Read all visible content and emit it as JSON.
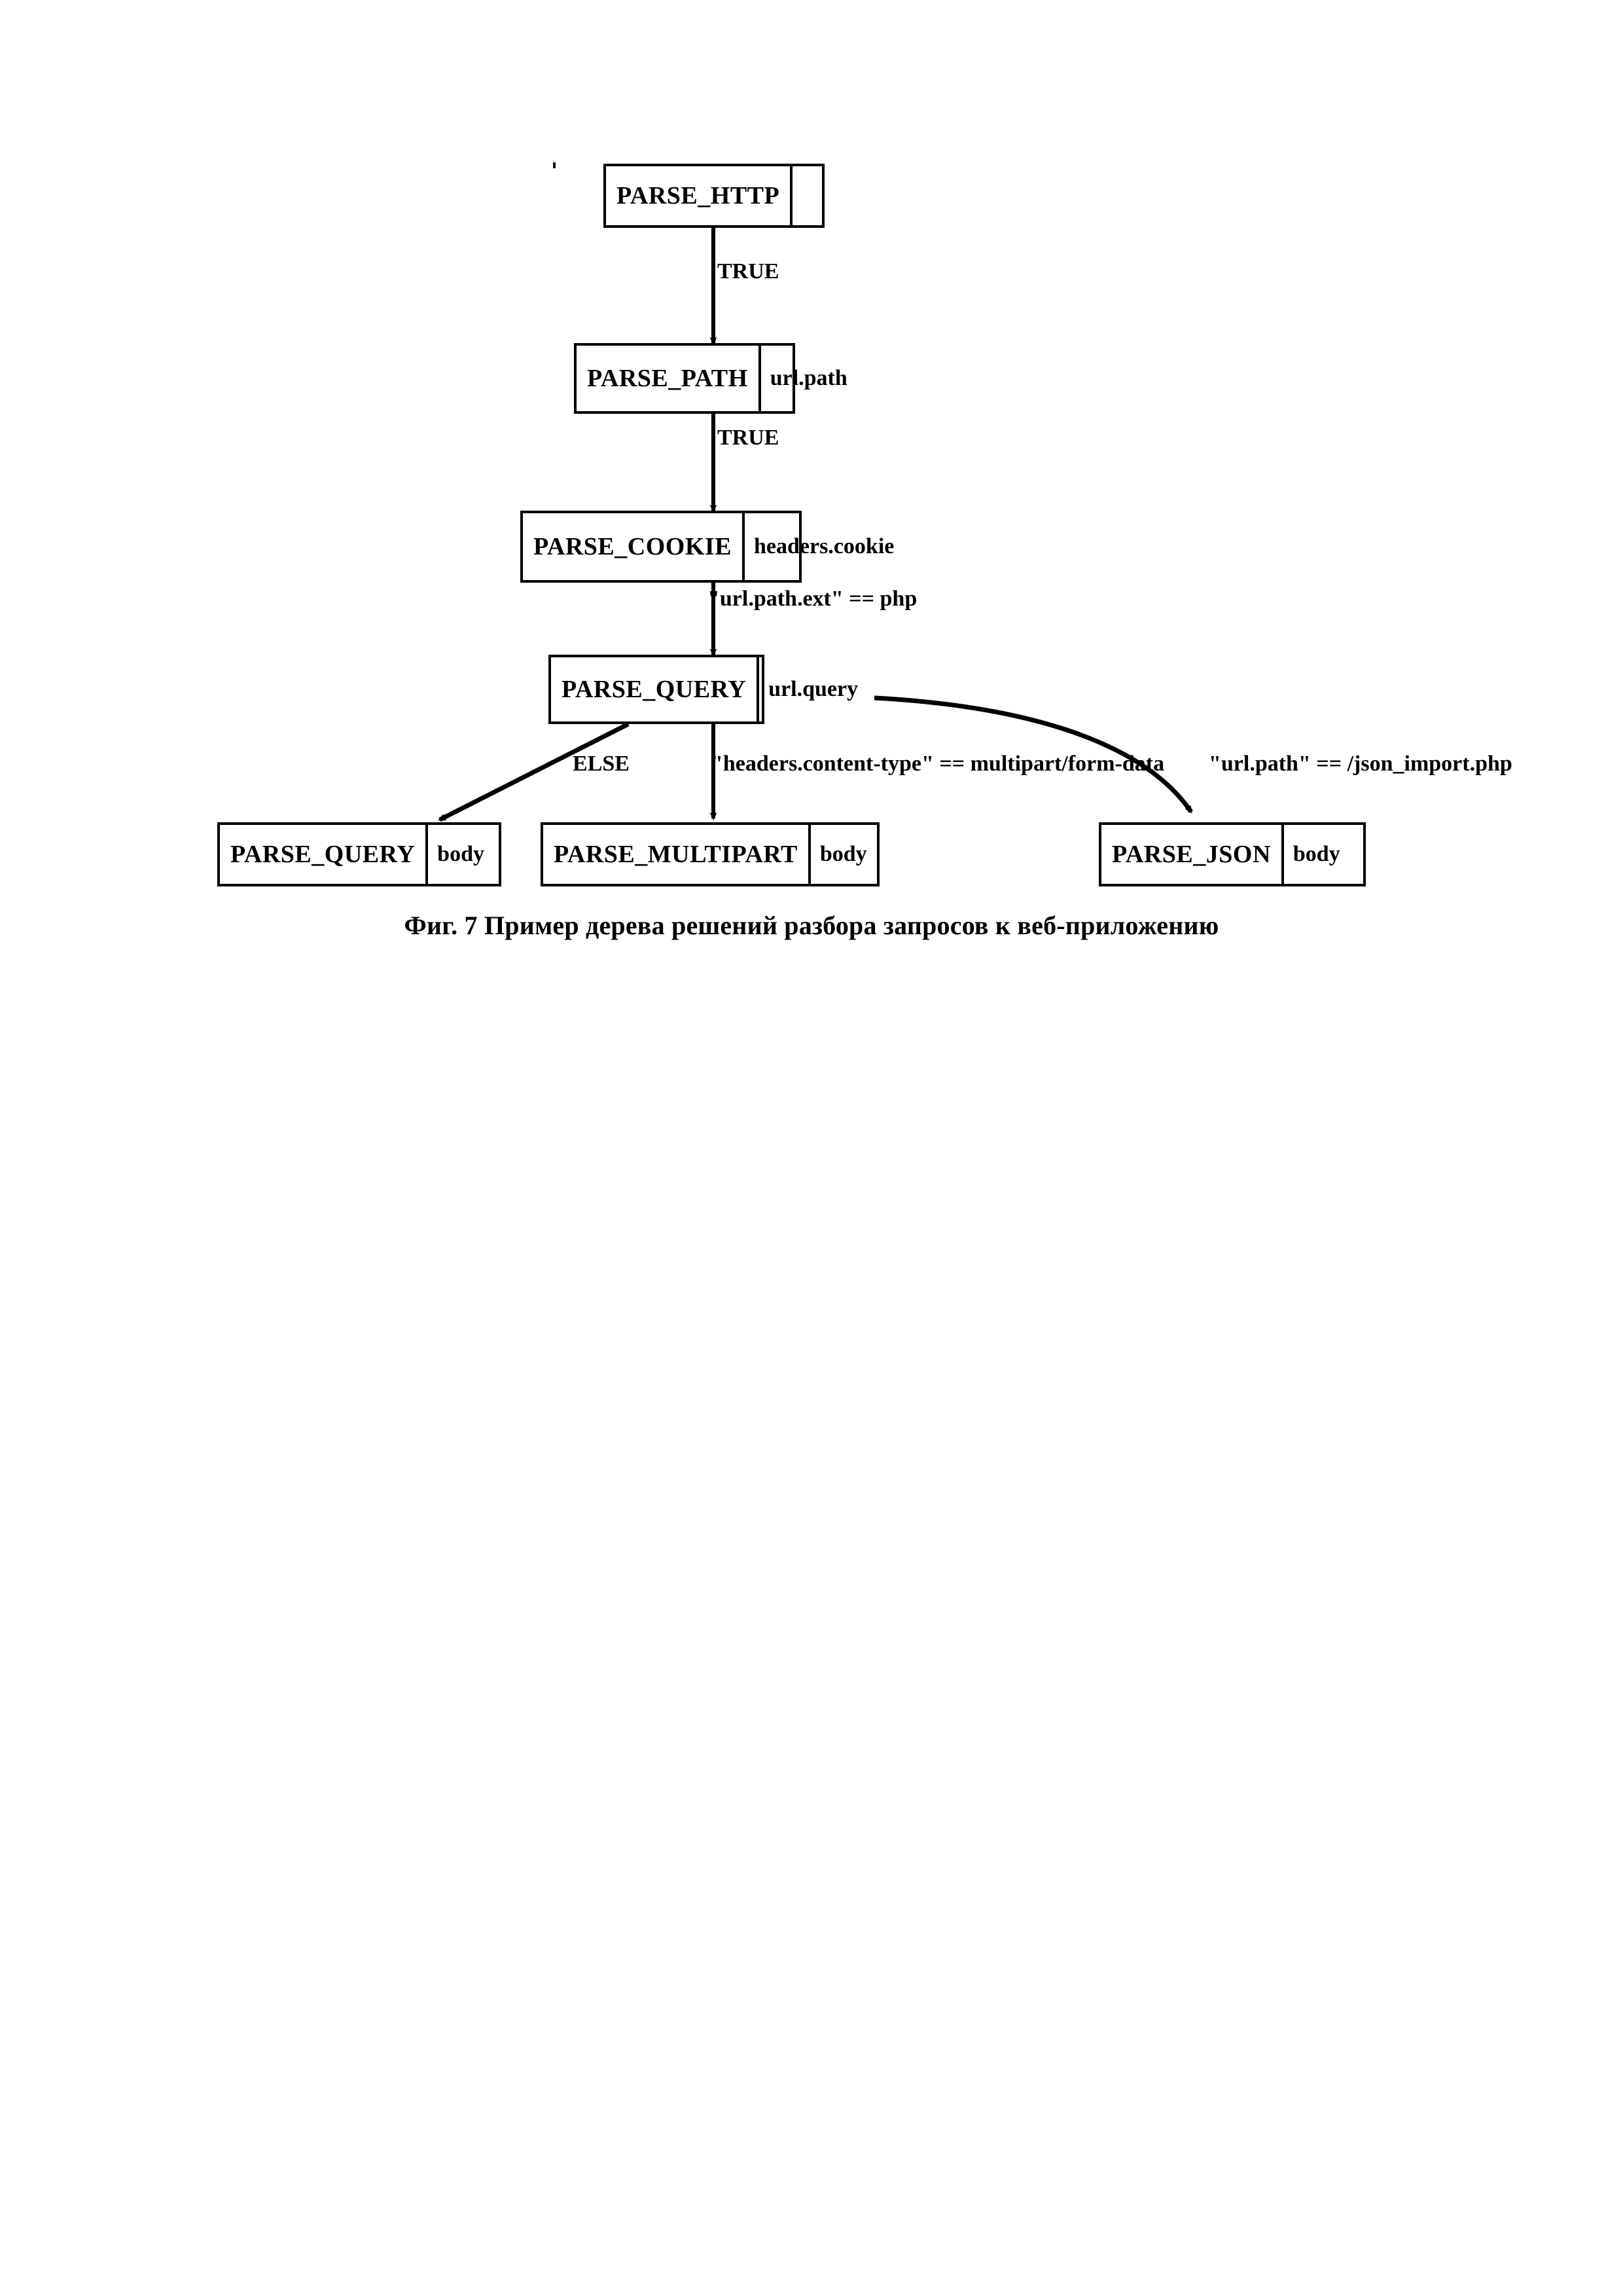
{
  "figure": {
    "caption": "Фиг.  7 Пример дерева решений разбора запросов к веб-приложению",
    "nodes": [
      {
        "id": "parse-http",
        "op": "PARSE_HTTP",
        "arg": ""
      },
      {
        "id": "parse-path",
        "op": "PARSE_PATH",
        "arg": "url.path"
      },
      {
        "id": "parse-cookie",
        "op": "PARSE_COOKIE",
        "arg": "headers.cookie"
      },
      {
        "id": "parse-query",
        "op": "PARSE_QUERY",
        "arg": "url.query"
      },
      {
        "id": "parse-query-body",
        "op": "PARSE_QUERY",
        "arg": "body"
      },
      {
        "id": "parse-multipart",
        "op": "PARSE_MULTIPART",
        "arg": "body"
      },
      {
        "id": "parse-json",
        "op": "PARSE_JSON",
        "arg": "body"
      }
    ],
    "edges": [
      {
        "id": "http-to-path",
        "from": "parse-http",
        "to": "parse-path",
        "label": "TRUE"
      },
      {
        "id": "path-to-cookie",
        "from": "parse-path",
        "to": "parse-cookie",
        "label": "TRUE"
      },
      {
        "id": "cookie-to-query",
        "from": "parse-cookie",
        "to": "parse-query",
        "label": "\"url.path.ext\" == php"
      },
      {
        "id": "query-to-query-body",
        "from": "parse-query",
        "to": "parse-query-body",
        "label": "ELSE"
      },
      {
        "id": "query-to-multipart",
        "from": "parse-query",
        "to": "parse-multipart",
        "label": "\"headers.content-type\" == multipart/form-data"
      },
      {
        "id": "query-to-json",
        "from": "parse-query",
        "to": "parse-json",
        "label": "\"url.path\" == /json_import.php"
      }
    ],
    "colors": {
      "stroke": "#000000",
      "fill": "#ffffff",
      "text": "#000000"
    }
  }
}
